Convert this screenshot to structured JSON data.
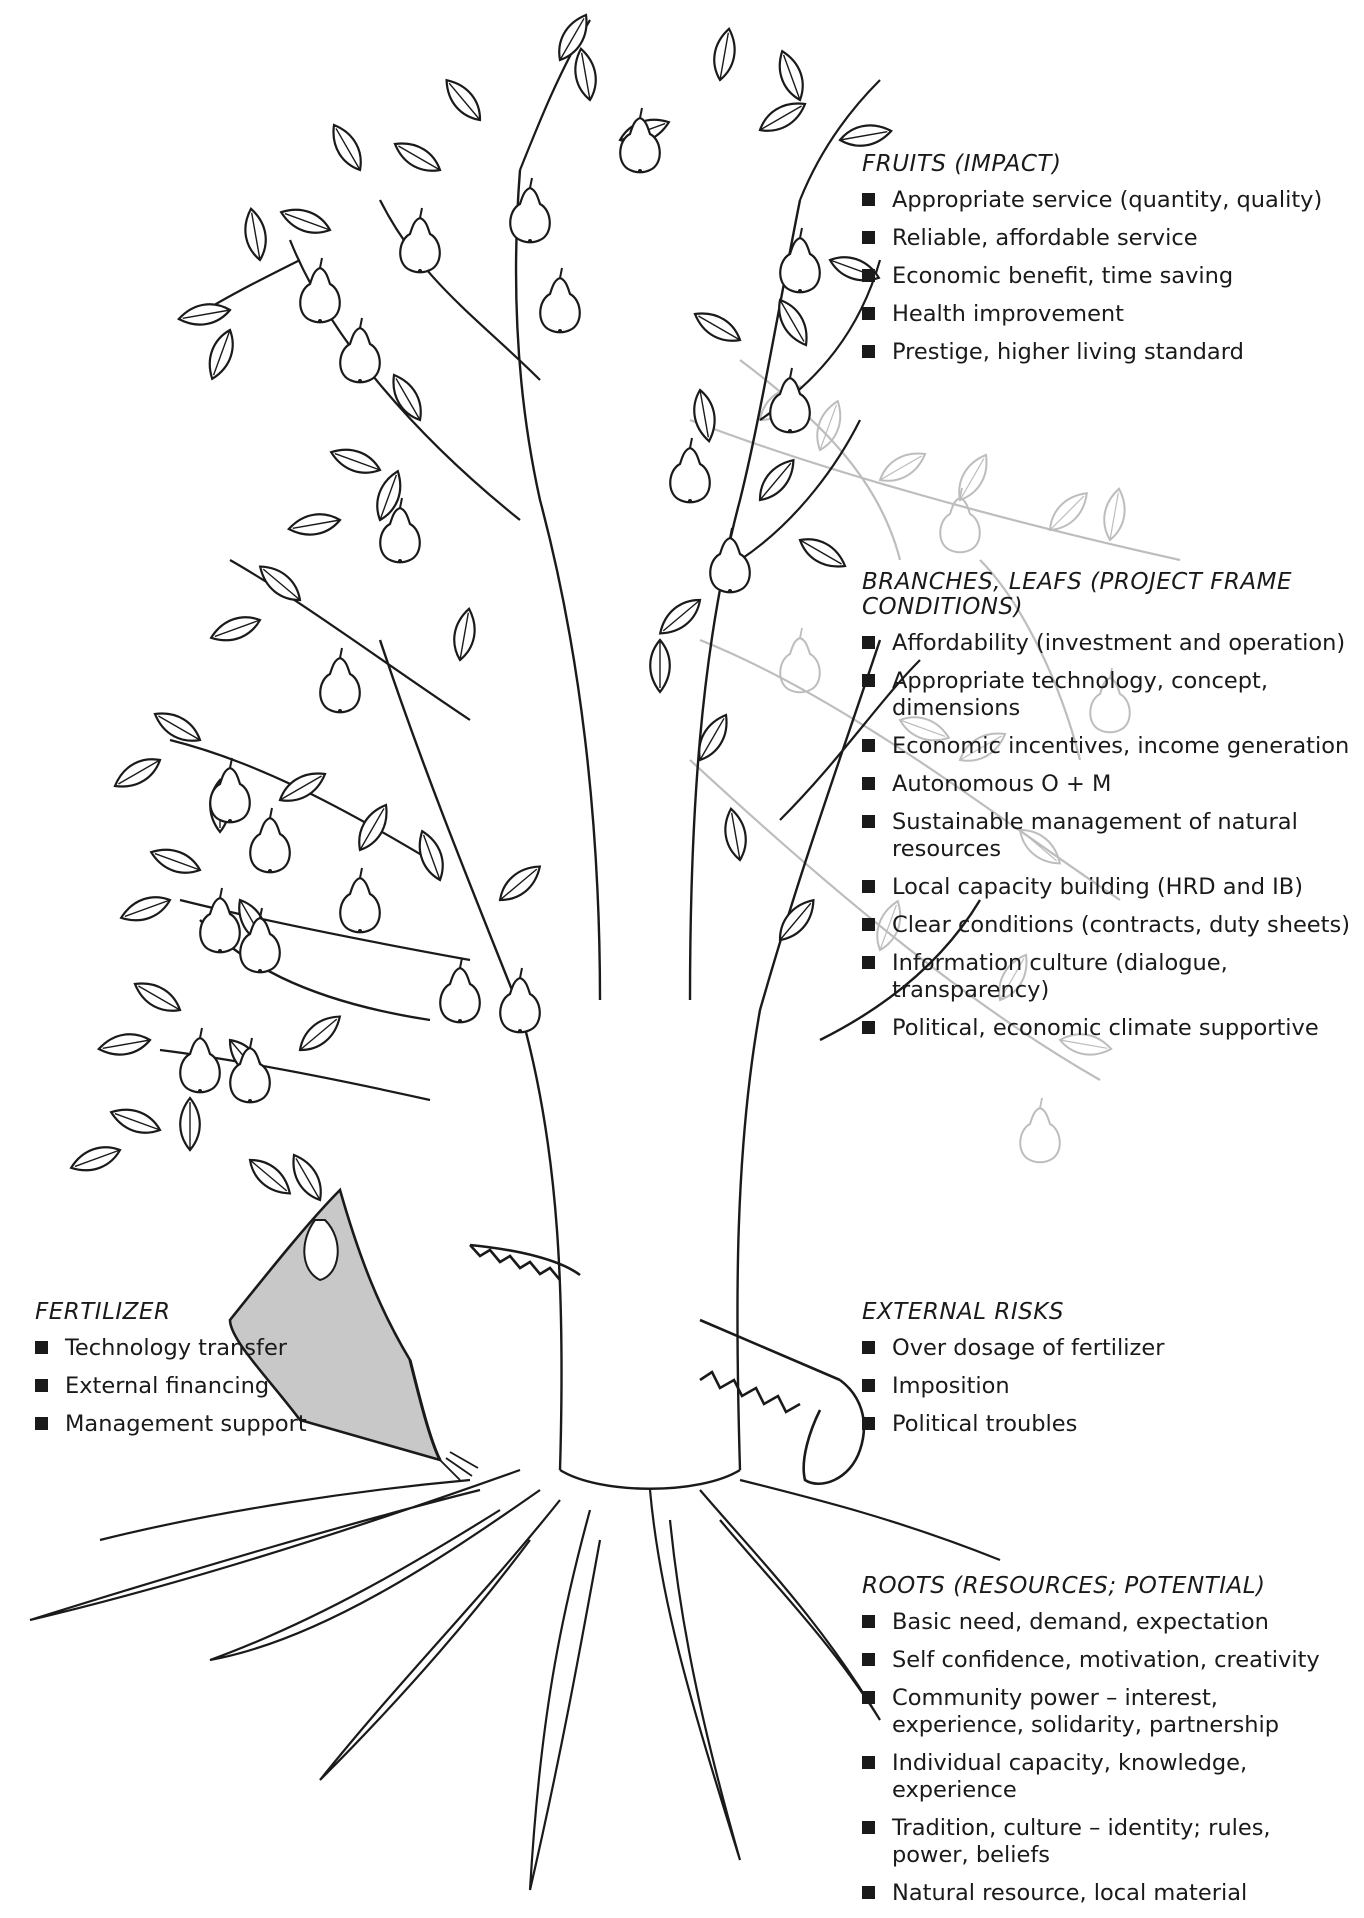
{
  "fruits": {
    "heading": "FRUITS (IMPACT)",
    "items": [
      "Appropriate service (quantity, quality)",
      "Reliable, affordable service",
      "Economic benefit, time saving",
      "Health improvement",
      "Prestige, higher living standard"
    ]
  },
  "branches": {
    "heading": "BRANCHES, LEAFS (PROJECT FRAME CONDITIONS)",
    "items": [
      "Affordability (investment and operation)",
      "Appropriate technology, concept, dimensions",
      "Economic incentives, income generation",
      "Autonomous O + M",
      "Sustainable management of natural resources",
      "Local capacity building (HRD and IB)",
      "Clear conditions (contracts, duty sheets)",
      "Information culture (dialogue, transparency)",
      "Political, economic climate supportive"
    ]
  },
  "fertilizer": {
    "heading": "FERTILIZER",
    "items": [
      "Technology transfer",
      "External financing",
      "Management support"
    ]
  },
  "risks": {
    "heading": "EXTERNAL RISKS",
    "items": [
      "Over dosage of fertilizer",
      "Imposition",
      "Political troubles"
    ]
  },
  "roots": {
    "heading": "ROOTS (RESOURCES; POTENTIAL)",
    "items": [
      "Basic need, demand, expectation",
      "Self confidence, motivation, creativity",
      "Community power – interest, experience, solidarity, partnership",
      "Individual capacity, knowledge, experience",
      "Tradition, culture – identity; rules, power, beliefs",
      "Natural resource, local material"
    ]
  },
  "colors": {
    "ink": "#1a1a1a",
    "faded_ink": "#bdbdbd",
    "fertilizer_bag": "#c8c8c8"
  }
}
